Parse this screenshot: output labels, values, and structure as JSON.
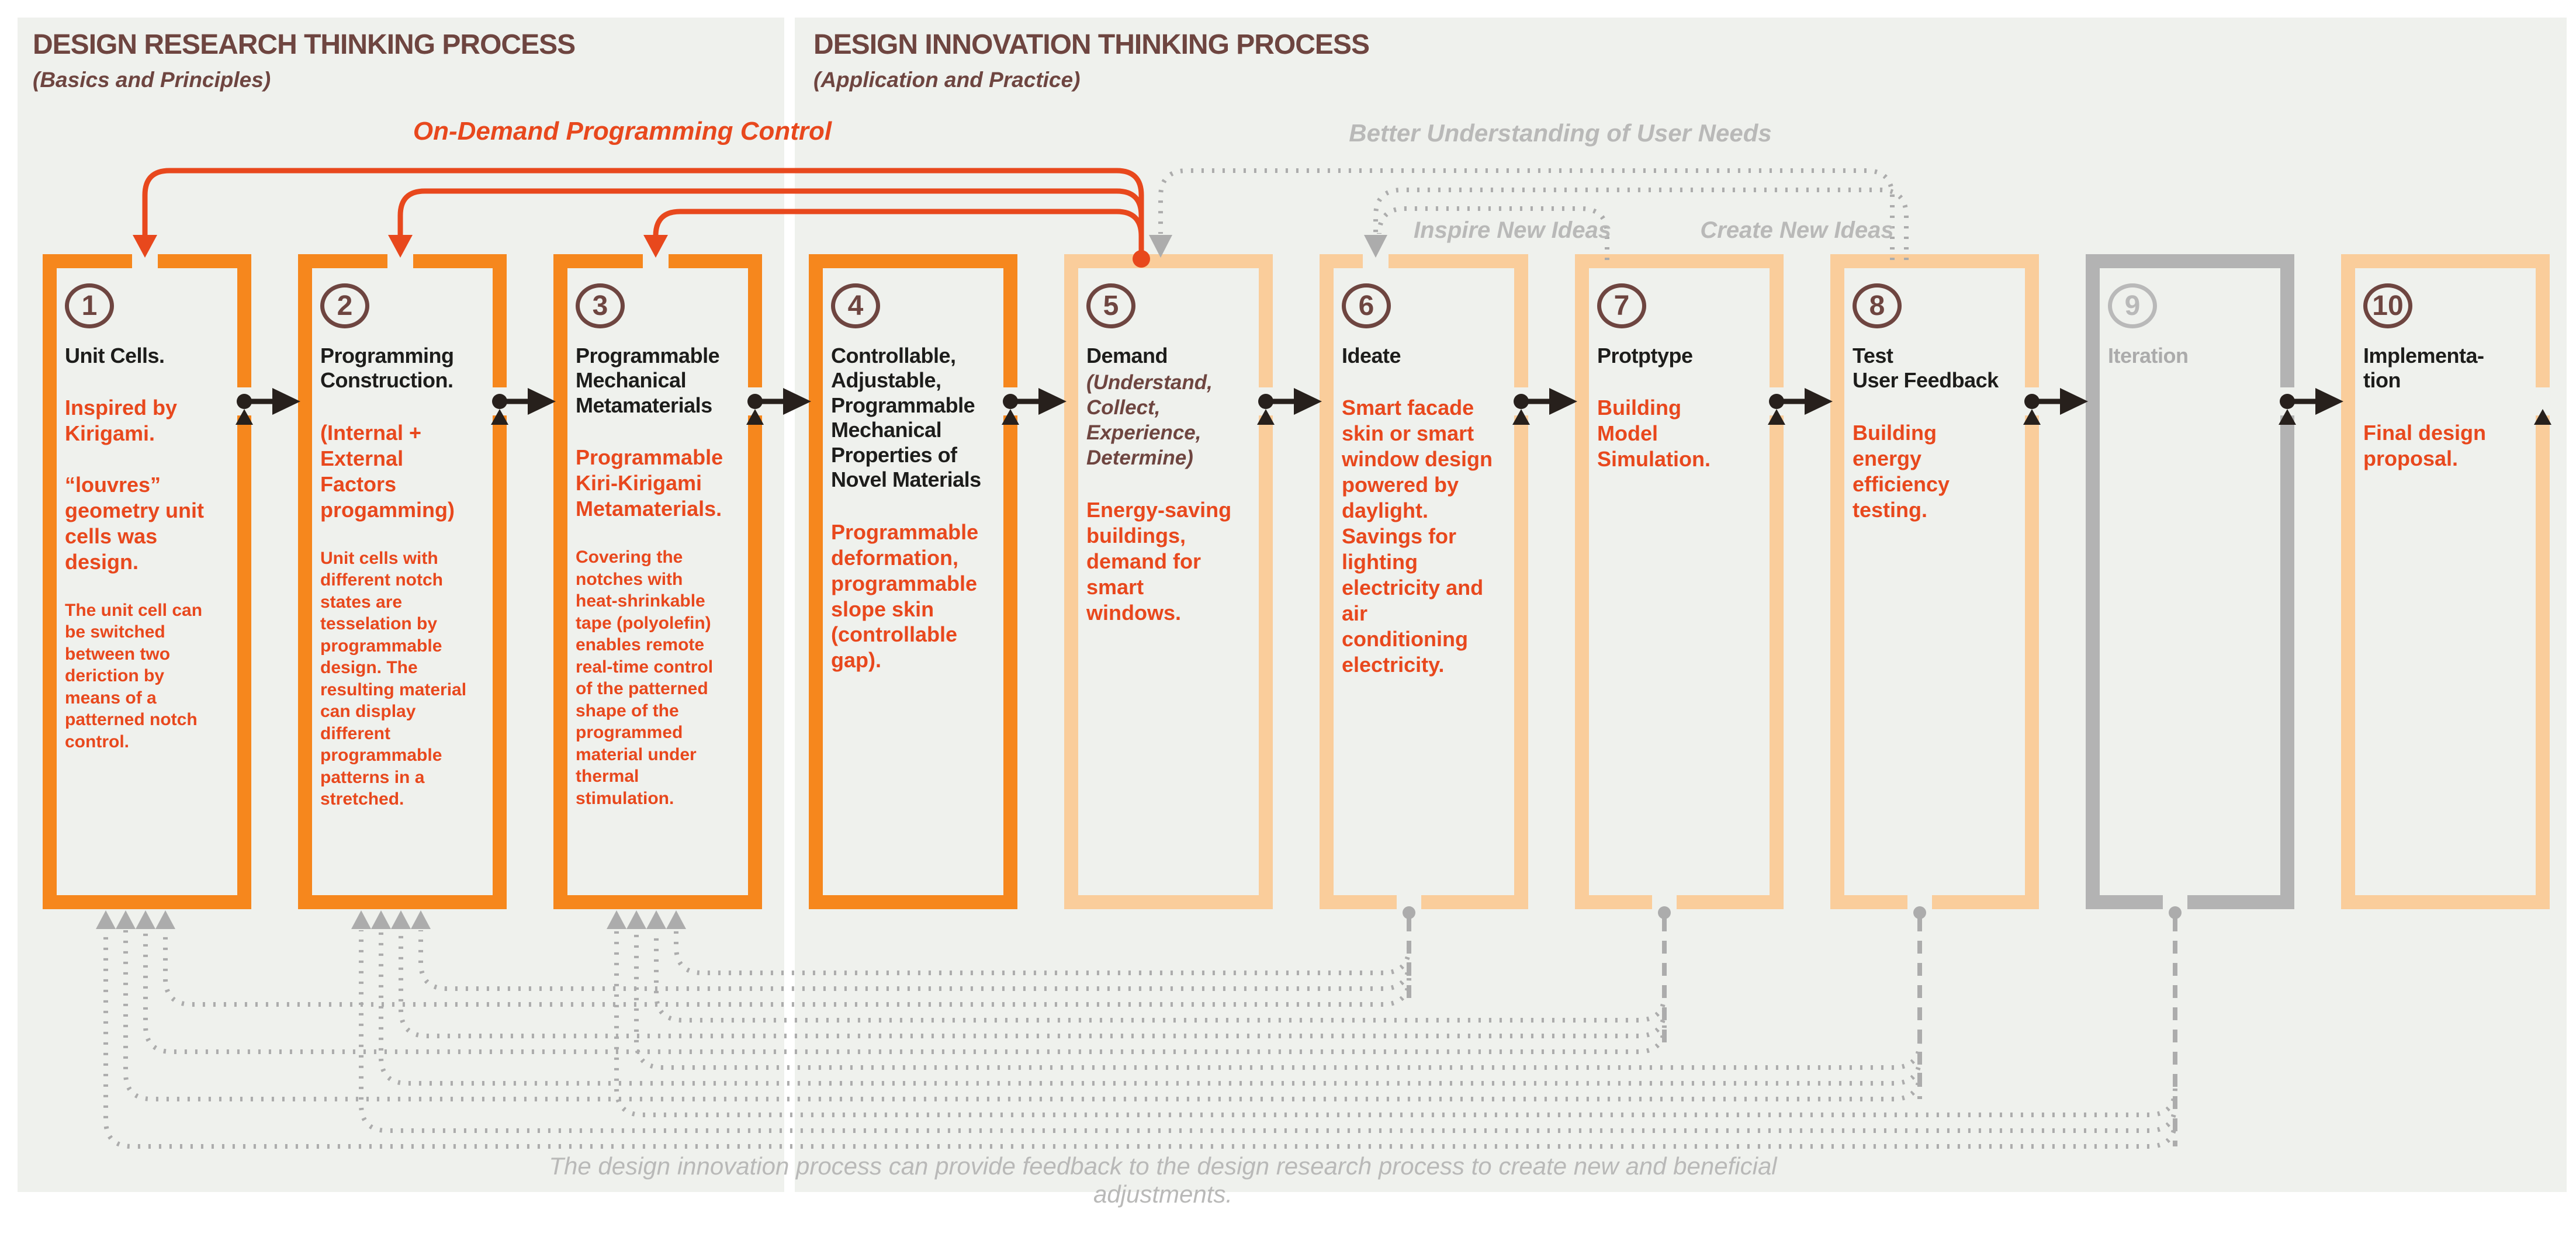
{
  "header_left": {
    "title": "DESIGN RESEARCH THINKING PROCESS",
    "subtitle": "(Basics and Principles)"
  },
  "header_right": {
    "title": "DESIGN INNOVATION THINKING PROCESS",
    "subtitle": "(Application and Practice)"
  },
  "flow_labels": {
    "on_demand": "On-Demand Programming Control",
    "better_understanding": "Better Understanding of User Needs",
    "inspire": "Inspire New Ideas",
    "create": "Create New Ideas"
  },
  "caption": "The design innovation process can provide feedback to the design research process to create new and beneficial adjustments.",
  "colors": {
    "panel_background": "#EFF1ED",
    "orange_border": "#F6871D",
    "peach_border": "#FACD9B",
    "gray_border": "#B3B3B3",
    "maroon": "#6E4540",
    "red": "#E8481D",
    "black_connector": "#27201C",
    "line_gray": "#ACACAC",
    "label_gray": "#B9B9B8"
  },
  "boxes": [
    {
      "number": "1",
      "style": "orange",
      "title": "Unit Cells.",
      "subtitle": "",
      "para_large": "Inspired by\nKirigami.\n\n“louvres”\ngeometry unit\ncells was\ndesign.",
      "para_small": "The unit cell can\nbe switched\nbetween two\nderiction by\nmeans of a\npatterned notch\ncontrol."
    },
    {
      "number": "2",
      "style": "orange",
      "title": "Programming\nConstruction.",
      "subtitle": "",
      "para_large": "(Internal +\nExternal\nFactors\nprogamming)",
      "para_small": "Unit cells with\ndifferent notch\nstates are\ntesselation by\nprogrammable\ndesign. The\nresulting material\ncan display\ndifferent\nprogrammable\npatterns in a\nstretched."
    },
    {
      "number": "3",
      "style": "orange",
      "title": "Programmable\nMechanical\nMetamaterials",
      "subtitle": "",
      "para_large": "Programmable\nKiri-Kirigami\nMetamaterials.",
      "para_small": "Covering the\nnotches with\nheat-shrinkable\ntape (polyolefin)\nenables remote\nreal-time control\nof the patterned\nshape of the\nprogrammed\nmaterial under\nthermal\nstimulation."
    },
    {
      "number": "4",
      "style": "orange",
      "title": "Controllable,\nAdjustable,\nProgrammable\nMechanical\nProperties of\nNovel Materials",
      "subtitle": "",
      "para_large": "Programmable\ndeformation,\nprogrammable\nslope skin\n(controllable\ngap).",
      "para_small": ""
    },
    {
      "number": "5",
      "style": "peach",
      "title": "Demand",
      "subtitle": "(Understand,\nCollect,\nExperience,\nDetermine)",
      "para_large": "Energy-saving\nbuildings,\ndemand for\nsmart\nwindows.",
      "para_small": ""
    },
    {
      "number": "6",
      "style": "peach",
      "title": "Ideate",
      "subtitle": "",
      "para_large": "Smart facade\nskin or smart\nwindow design\npowered by\ndaylight.\nSavings for\nlighting\nelectricity and\nair\nconditioning\nelectricity.",
      "para_small": ""
    },
    {
      "number": "7",
      "style": "peach",
      "title": "Protptype",
      "subtitle": "",
      "para_large": "Building\nModel\nSimulation.",
      "para_small": ""
    },
    {
      "number": "8",
      "style": "peach",
      "title": "Test\nUser Feedback",
      "subtitle": "",
      "para_large": "Building\nenergy\nefficiency\ntesting.",
      "para_small": ""
    },
    {
      "number": "9",
      "style": "gray",
      "title": "Iteration",
      "subtitle": "",
      "para_large": "",
      "para_small": ""
    },
    {
      "number": "10",
      "style": "peach",
      "title": "Implementa-\ntion",
      "subtitle": "",
      "para_large": "Final design\nproposal.",
      "para_small": ""
    }
  ]
}
